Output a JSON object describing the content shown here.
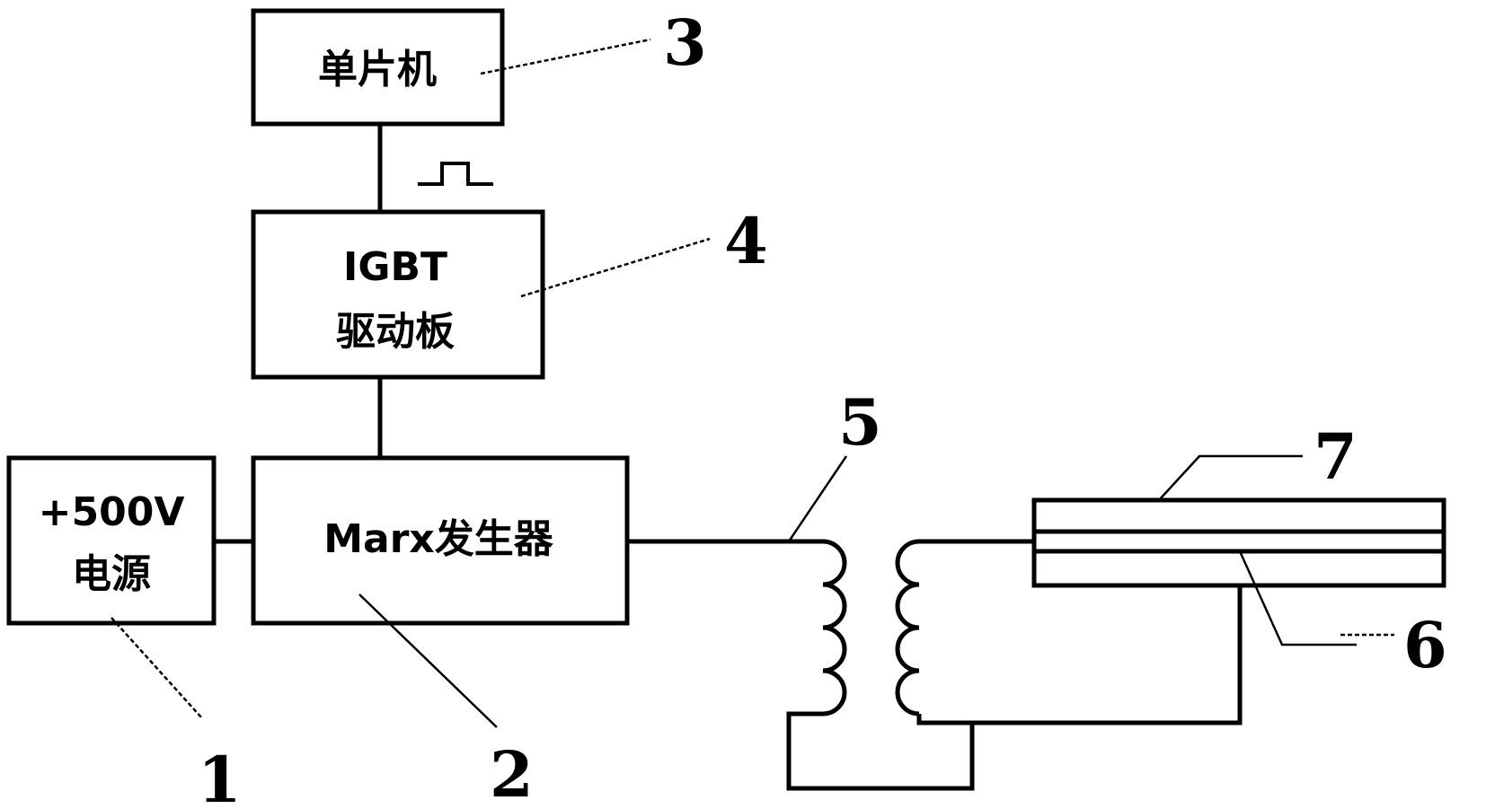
{
  "blocks": {
    "mcu": {
      "label": "单片机"
    },
    "igbt_driver": {
      "line1": "IGBT",
      "line2": "驱动板"
    },
    "power": {
      "line1": "+500V",
      "line2": "电源"
    },
    "marx": {
      "label": "Marx发生器"
    }
  },
  "callouts": {
    "n1": "1",
    "n2": "2",
    "n3": "3",
    "n4": "4",
    "n5": "5",
    "n6": "6",
    "n7": "7"
  }
}
